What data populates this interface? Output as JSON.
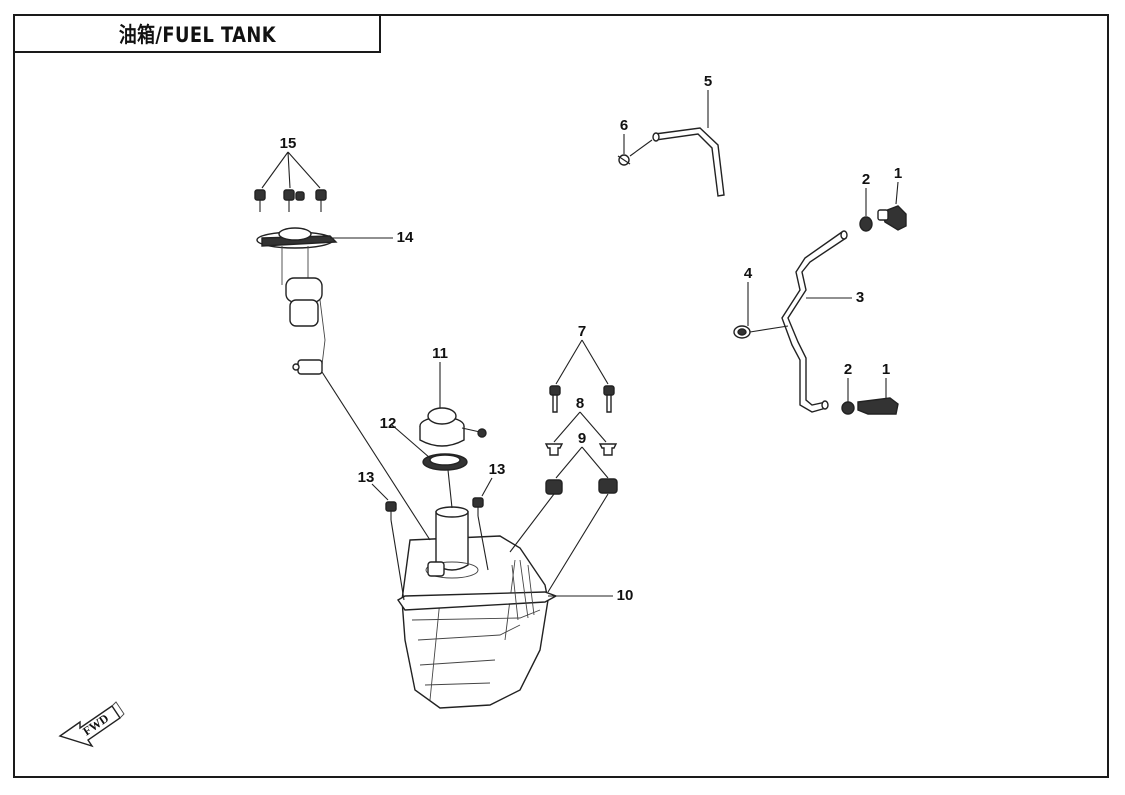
{
  "title": "油箱/FUEL TANK",
  "callouts": {
    "c1a": "1",
    "c1b": "1",
    "c2a": "2",
    "c2b": "2",
    "c3": "3",
    "c4": "4",
    "c5": "5",
    "c6": "6",
    "c7": "7",
    "c8": "8",
    "c9": "9",
    "c10": "10",
    "c11": "11",
    "c12": "12",
    "c13a": "13",
    "c13b": "13",
    "c14": "14",
    "c15": "15"
  },
  "fwd_label": "FWD"
}
